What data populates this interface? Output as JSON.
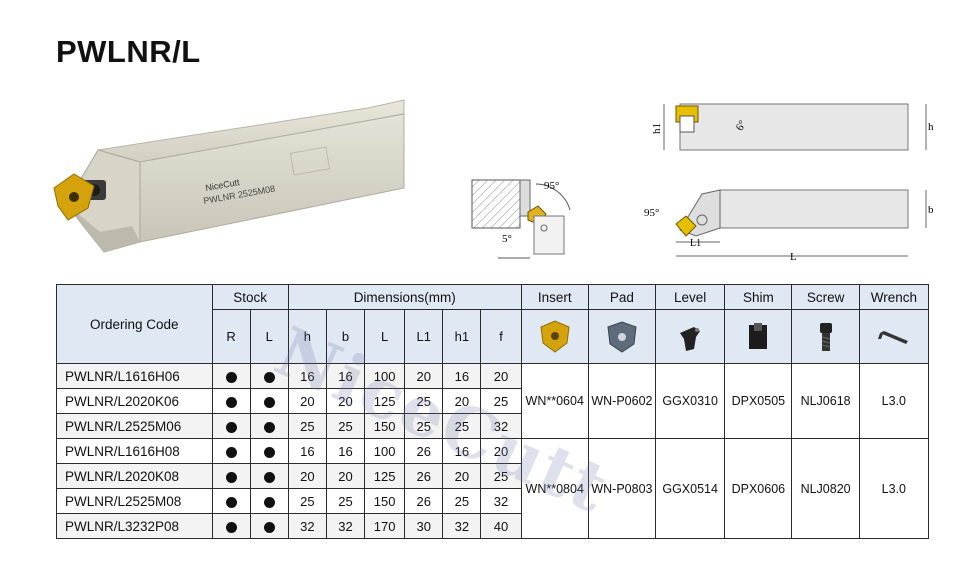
{
  "title": "PWLNR/L",
  "product_photo": {
    "brand": "NiceCutt",
    "model": "PWLNR 2525M08"
  },
  "drawing_labels": {
    "approach_angle": "95°",
    "clearance_angle": "5°",
    "side_angle": "95°",
    "rake_angle": "6°",
    "h1": "h1",
    "h": "h",
    "b": "b",
    "L": "L",
    "L1": "L1"
  },
  "table": {
    "headers": {
      "ordering_code": "Ordering Code",
      "stock": "Stock",
      "stock_r": "R",
      "stock_l": "L",
      "dimensions": "Dimensions(mm)",
      "dims": [
        "h",
        "b",
        "L",
        "L1",
        "h1",
        "f"
      ],
      "insert": "Insert",
      "pad": "Pad",
      "level": "Level",
      "shim": "Shim",
      "screw": "Screw",
      "wrench": "Wrench"
    },
    "header_icons": [
      "insert-icon",
      "pad-icon",
      "lever-icon",
      "shim-icon",
      "screw-icon",
      "wrench-icon"
    ],
    "rows": [
      {
        "code": "PWLNR/L1616H06",
        "h": "16",
        "b": "16",
        "L": "100",
        "L1": "20",
        "h1": "16",
        "f": "20"
      },
      {
        "code": "PWLNR/L2020K06",
        "h": "20",
        "b": "20",
        "L": "125",
        "L1": "25",
        "h1": "20",
        "f": "25"
      },
      {
        "code": "PWLNR/L2525M06",
        "h": "25",
        "b": "25",
        "L": "150",
        "L1": "25",
        "h1": "25",
        "f": "32"
      },
      {
        "code": "PWLNR/L1616H08",
        "h": "16",
        "b": "16",
        "L": "100",
        "L1": "26",
        "h1": "16",
        "f": "20"
      },
      {
        "code": "PWLNR/L2020K08",
        "h": "20",
        "b": "20",
        "L": "125",
        "L1": "26",
        "h1": "20",
        "f": "25"
      },
      {
        "code": "PWLNR/L2525M08",
        "h": "25",
        "b": "25",
        "L": "150",
        "L1": "26",
        "h1": "25",
        "f": "32"
      },
      {
        "code": "PWLNR/L3232P08",
        "h": "32",
        "b": "32",
        "L": "170",
        "L1": "30",
        "h1": "32",
        "f": "40"
      }
    ],
    "groups": [
      {
        "insert": "WN**0604",
        "pad": "WN-P0602",
        "level": "GGX0310",
        "shim": "DPX0505",
        "screw": "NLJ0618",
        "wrench": "L3.0"
      },
      {
        "insert": "WN**0804",
        "pad": "WN-P0803",
        "level": "GGX0514",
        "shim": "DPX0606",
        "screw": "NLJ0820",
        "wrench": "L3.0"
      }
    ]
  },
  "watermark": "NiceCutt",
  "colors": {
    "header_bg": "#dfe8f3",
    "insert_gold": "#d4a20a",
    "pad_gray": "#5e6b7a"
  }
}
